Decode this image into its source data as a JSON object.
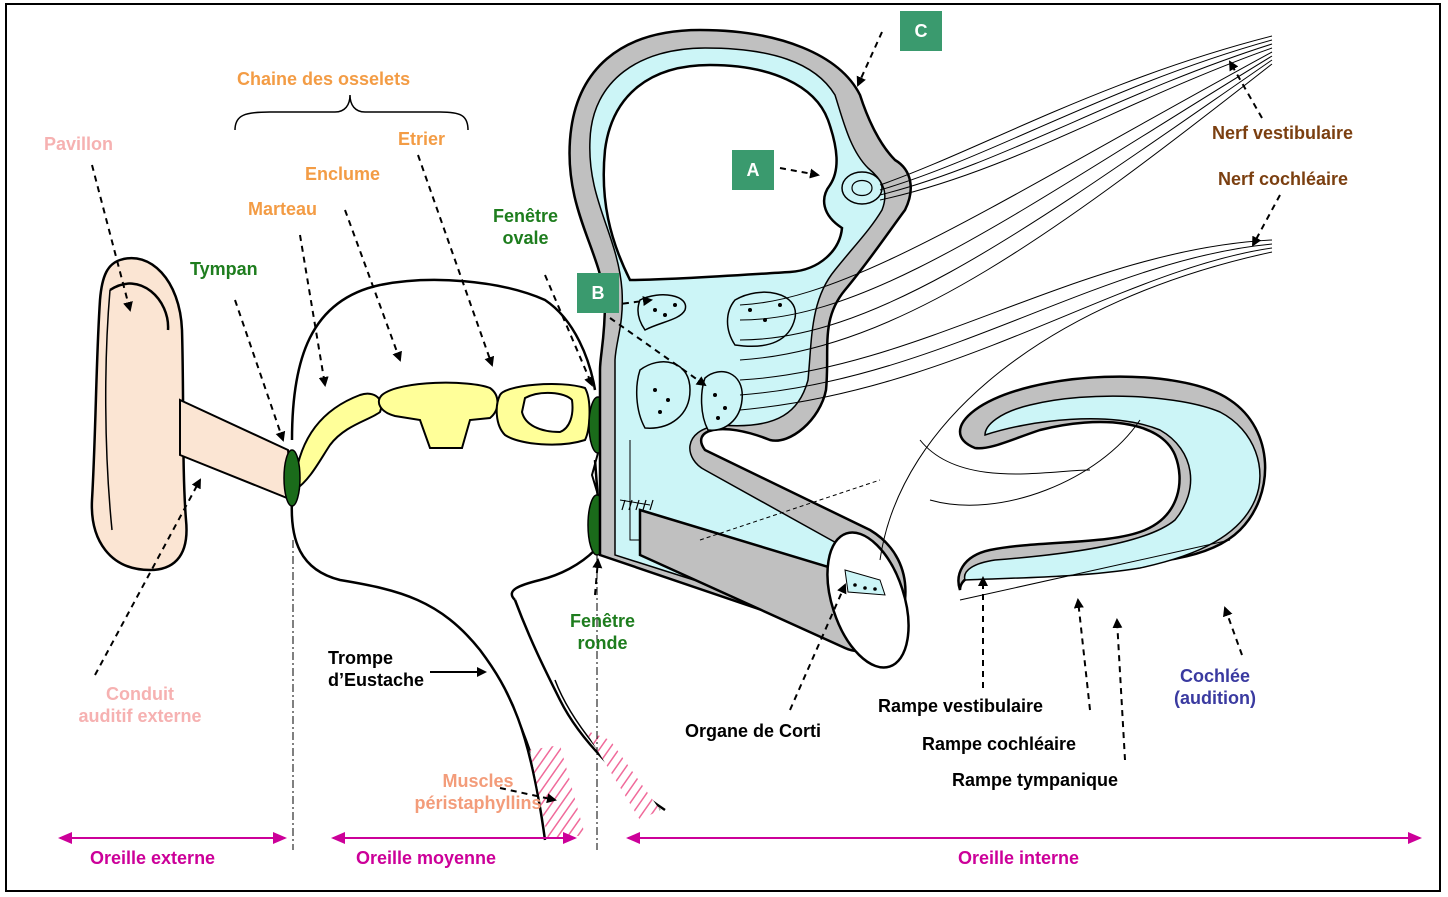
{
  "colors": {
    "orange": "#f39c45",
    "pink": "#f6b1b1",
    "green": "#1e7d1e",
    "brown": "#7b3f10",
    "navy": "#3a3aa0",
    "magenta": "#cc0099",
    "label_box": "#3a9a6e",
    "fluid": "#ccf5f7",
    "bone": "#c0c0c0",
    "ossicle": "#ffff99",
    "pinna": "#fbe5d3"
  },
  "labels": {
    "chaine": "Chaine des osselets",
    "pavillon": "Pavillon",
    "marteau": "Marteau",
    "enclume": "Enclume",
    "etrier": "Etrier",
    "tympan": "Tympan",
    "fenetre_ovale_1": "Fenêtre",
    "fenetre_ovale_2": "ovale",
    "fenetre_ronde_1": "Fenêtre",
    "fenetre_ronde_2": "ronde",
    "conduit_1": "Conduit",
    "conduit_2": "auditif externe",
    "trompe_1": "Trompe",
    "trompe_2": "d’Eustache",
    "muscles_1": "Muscles",
    "muscles_2": "péristaphyllins",
    "organe": "Organe de Corti",
    "nerf_vest": "Nerf vestibulaire",
    "nerf_coch": "Nerf cochléaire",
    "cochlee_1": "Cochlée",
    "cochlee_2": "(audition)",
    "rampe_vest": "Rampe vestibulaire",
    "rampe_coch": "Rampe cochléaire",
    "rampe_tymp": "Rampe tympanique",
    "box_a": "A",
    "box_b": "B",
    "box_c": "C"
  },
  "zones": {
    "externe": "Oreille externe",
    "moyenne": "Oreille moyenne",
    "interne": "Oreille interne"
  }
}
